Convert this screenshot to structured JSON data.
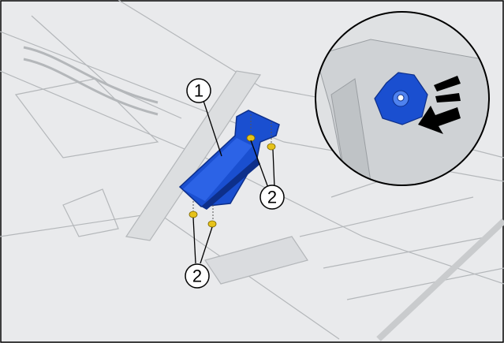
{
  "diagram": {
    "callouts": {
      "part_1": "1",
      "fastener_upper": "2",
      "fastener_lower": "2"
    },
    "colors": {
      "part_highlight": "#1a4fd0",
      "part_dark": "#0d2f8a",
      "fastener": "#e6c21a",
      "body": "#e4e6e8",
      "lines": "#b9bcbf",
      "arrow": "#000000"
    },
    "icons": [
      "clip-detail-magnifier-icon",
      "push-direction-arrow-icon"
    ]
  }
}
